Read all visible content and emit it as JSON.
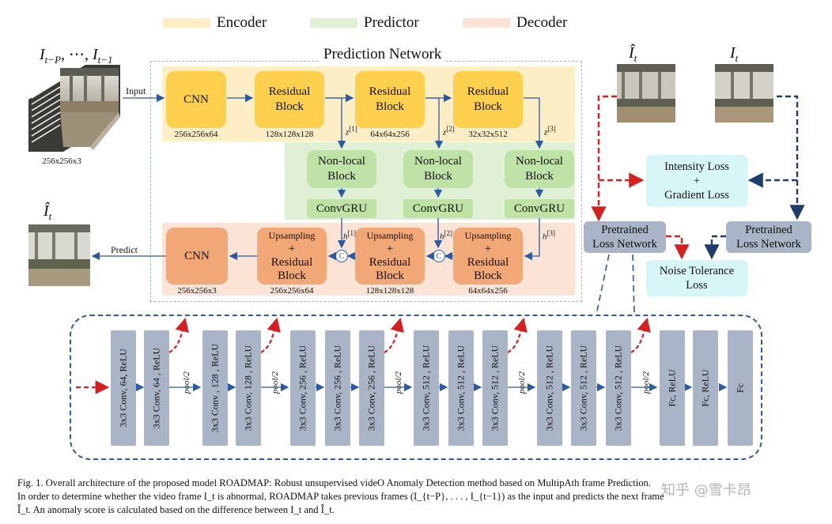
{
  "legend": {
    "encoder": "Encoder",
    "predictor": "Predictor",
    "decoder": "Decoder",
    "colors": {
      "encoder": "#fdeec6",
      "predictor": "#dff0d4",
      "decoder": "#fbe4d6"
    }
  },
  "network_title": "Prediction Network",
  "input_frames": {
    "label": "I_{t-P}, ..., I_{t-1}",
    "label_main": "I",
    "label_sub": "t−P",
    "label_mid": ", ⋯, ",
    "label_sub2": "t−1",
    "size": "256x256x3"
  },
  "arrows": {
    "input": "Input",
    "predict": "Predict"
  },
  "output_frame": {
    "label_main": "Î",
    "label_sub": "t"
  },
  "encoder_blocks": [
    {
      "title": "CNN",
      "size": "256x256x64"
    },
    {
      "title": "Residual Block",
      "line1": "Residual",
      "line2": "Block",
      "size": "128x128x128"
    },
    {
      "title": "Residual Block",
      "line1": "Residual",
      "line2": "Block",
      "size": "64x64x256"
    },
    {
      "title": "Residual Block",
      "line1": "Residual",
      "line2": "Block",
      "size": "32x32x512"
    }
  ],
  "z_labels": [
    {
      "main": "z",
      "sup": "[1]"
    },
    {
      "main": "z",
      "sup": "[2]"
    },
    {
      "main": "z",
      "sup": "[3]"
    }
  ],
  "predictor_blocks": [
    {
      "nonlocal1": "Non-local",
      "nonlocal2": "Block",
      "gru": "ConvGRU"
    },
    {
      "nonlocal1": "Non-local",
      "nonlocal2": "Block",
      "gru": "ConvGRU"
    },
    {
      "nonlocal1": "Non-local",
      "nonlocal2": "Block",
      "gru": "ConvGRU"
    }
  ],
  "h_labels": [
    {
      "main": "h",
      "sup": "[1]"
    },
    {
      "main": "h",
      "sup": "[2]"
    },
    {
      "main": "h",
      "sup": "[3]"
    }
  ],
  "decoder_blocks": [
    {
      "title": "CNN",
      "size": "256x256x3"
    },
    {
      "line0": "Upsampling",
      "line1": "+",
      "line2": "Residual",
      "line3": "Block",
      "size": "256x256x64"
    },
    {
      "line0": "Upsampling",
      "line1": "+",
      "line2": "Residual",
      "line3": "Block",
      "size": "128x128x128"
    },
    {
      "line0": "Upsampling",
      "line1": "+",
      "line2": "Residual",
      "line3": "Block",
      "size": "64x64x256"
    }
  ],
  "concat_symbol": "C",
  "right_panel": {
    "pred_frame": {
      "main": "Î",
      "sub": "t"
    },
    "gt_frame": {
      "main": "I",
      "sub": "t"
    },
    "intensity_loss": {
      "line1": "Intensity Loss",
      "line2": "+",
      "line3": "Gradient Loss"
    },
    "pretrained_left": {
      "line1": "Pretrained",
      "line2": "Loss Network"
    },
    "pretrained_right": {
      "line1": "Pretrained",
      "line2": "Loss Network"
    },
    "noise_loss": {
      "line1": "Noise Tolerance",
      "line2": "Loss"
    }
  },
  "vgg_layers": [
    "3x3 Conv, 64, ReLU",
    "3x3 Conv, 64 , ReLU",
    "3x3 Conv , 128 , ReLU",
    "3x3 Conv, 128 , ReLU",
    "3x3 Conv, 256 , ReLU",
    "3x3 Conv, 256 , ReLU",
    "3x3 Conv, 256 , ReLU",
    "3x3 Conv, 512 , ReLU",
    "3x3 Conv, 512 , ReLU",
    "3x3 Conv, 512 , ReLU",
    "3x3 Conv, 512 , ReLU",
    "3x3 Conv, 512 , ReLU",
    "3x3 Conv, 512 , ReLU",
    "Fc,  ReLU",
    "Fc,  ReLU",
    "Fc"
  ],
  "pool_label": "pool/2",
  "caption": {
    "line1": "Fig. 1.   Overall architecture of the proposed model ROADMAP: Robust unsupervised videO Anomaly Detection method based on MultipAth frame Prediction.",
    "line2": "In order to determine whether the video frame I_t is abnormal, ROADMAP takes previous frames (I_{t−P}, . . . , I_{t−1}) as the input and predicts the next frame",
    "line3": "Î_t. An anomaly score is calculated based on the difference between I_t and Î_t."
  },
  "watermark": "知乎 @雪卡昂"
}
